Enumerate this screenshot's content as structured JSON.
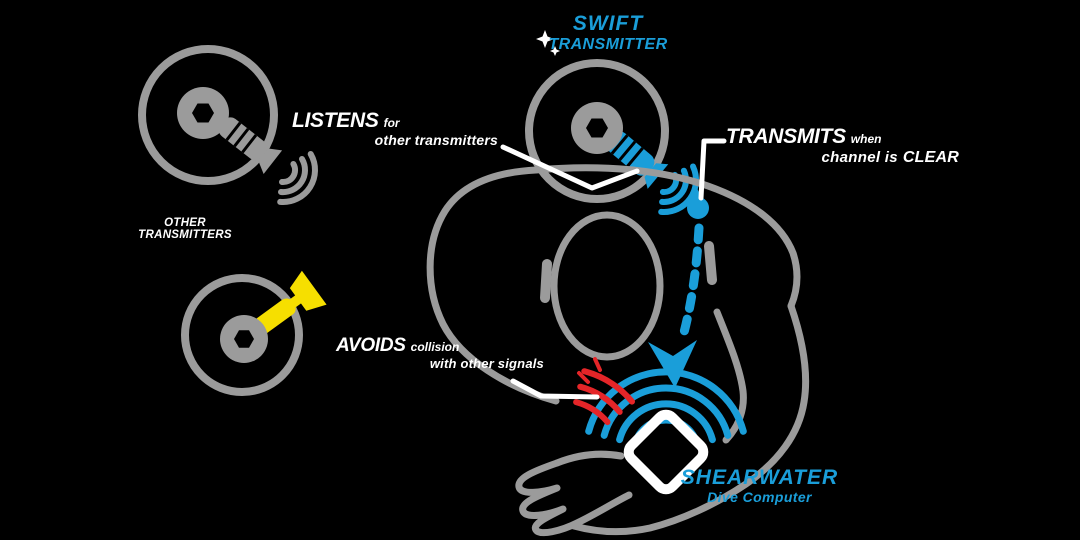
{
  "palette": {
    "background": "#000000",
    "gray": "#9B9B9B",
    "blue": "#1A9ED9",
    "yellow": "#F6DF00",
    "red": "#E52528",
    "white": "#FFFFFF"
  },
  "annotations": {
    "swift": {
      "title": "SWIFT",
      "subtitle": "TRANSMITTER"
    },
    "listens": {
      "keyword": "LISTENS",
      "suffix": "for",
      "line2": "other transmitters"
    },
    "transmits": {
      "keyword": "TRANSMITS",
      "suffix": "when",
      "line2_prefix": "channel is",
      "line2_keyword": "CLEAR"
    },
    "other_transmitters": {
      "line1": "OTHER",
      "line2": "TRANSMITTERS"
    },
    "avoids": {
      "keyword": "AVOIDS",
      "suffix": "collision",
      "line2": "with other signals"
    },
    "shearwater": {
      "title": "SHEARWATER",
      "subtitle": "Dive Computer"
    }
  },
  "icons": {
    "sparkle": "✦",
    "figures": [
      "gray-other-transmitter",
      "yellow-other-transmitter",
      "swift-transmitter",
      "diver-top-view",
      "dashed-signal-arrow",
      "received-signal-arcs",
      "interference-signal",
      "wrist-dive-computer"
    ]
  }
}
